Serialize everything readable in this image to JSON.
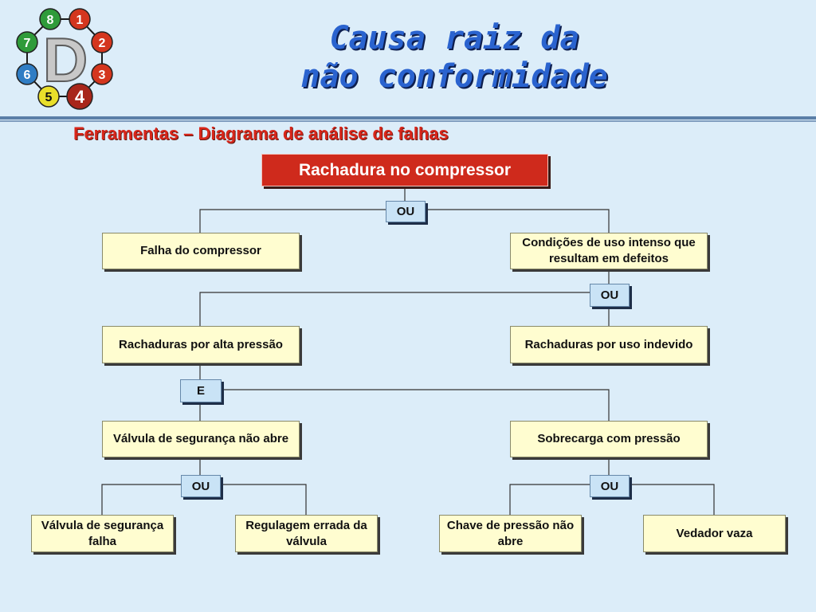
{
  "logo": {
    "letter": "D",
    "center_label": "4",
    "steps": [
      {
        "label": "1",
        "color": "#d4361e"
      },
      {
        "label": "2",
        "color": "#d4361e"
      },
      {
        "label": "3",
        "color": "#d4361e"
      },
      {
        "label": "5",
        "color": "#e9df2a"
      },
      {
        "label": "6",
        "color": "#2f7dc4"
      },
      {
        "label": "7",
        "color": "#2f9b3a"
      },
      {
        "label": "8",
        "color": "#2f9b3a"
      }
    ]
  },
  "title": {
    "line1": "Causa raiz da",
    "line2": "não conformidade"
  },
  "subtitle": "Ferramentas – Diagrama de análise de falhas",
  "diagram": {
    "root": "Rachadura no compressor",
    "gates": {
      "g1": "OU",
      "g2": "OU",
      "g3": "E",
      "g4": "OU",
      "g5": "OU"
    },
    "nodes": {
      "n1": "Falha do compressor",
      "n2": "Condições de uso intenso que resultam em defeitos",
      "n3": "Rachaduras por alta pressão",
      "n4": "Rachaduras por uso indevido",
      "n5": "Válvula de segurança não abre",
      "n6": "Sobrecarga com pressão",
      "n7": "Válvula de segurança falha",
      "n8": "Regulagem errada da válvula",
      "n9": "Chave de pressão não abre",
      "n10": "Vedador vaza"
    }
  }
}
